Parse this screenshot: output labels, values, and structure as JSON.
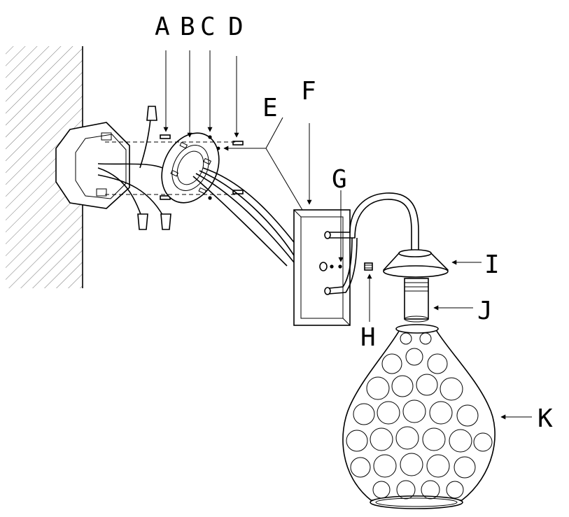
{
  "labels": {
    "a": "A",
    "b": "B",
    "c": "C",
    "d": "D",
    "e": "E",
    "f": "F",
    "g": "G",
    "h": "H",
    "i": "I",
    "j": "J",
    "k": "K"
  }
}
